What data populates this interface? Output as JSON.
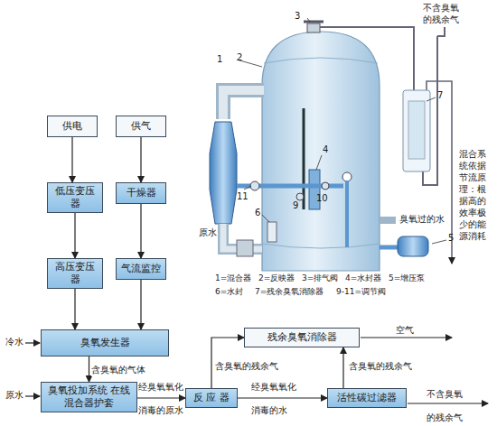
{
  "diagram": {
    "nodes": [
      {
        "text": [
          "供电"
        ]
      },
      {
        "text": [
          "供气"
        ]
      },
      {
        "text": [
          "低压变压器"
        ]
      },
      {
        "text": [
          "干燥器"
        ]
      },
      {
        "text": [
          "高压变压器"
        ]
      },
      {
        "text": [
          "气流监控"
        ]
      },
      {
        "text": [
          "臭氧发生器"
        ]
      },
      {
        "text": [
          "臭氧投加系统 在线混合器护套"
        ]
      },
      {
        "text": [
          "反 应 器"
        ]
      },
      {
        "text": [
          "残余臭氧消除器"
        ]
      },
      {
        "text": [
          "活性碳过滤器"
        ]
      }
    ],
    "edges": [
      {
        "from": 0,
        "to": 2,
        "arrow": "to"
      },
      {
        "from": 2,
        "to": 4,
        "arrow": "to"
      },
      {
        "from": 4,
        "to": 6,
        "arrow": "to"
      },
      {
        "from": 1,
        "to": 3,
        "arrow": "to"
      },
      {
        "from": 3,
        "to": 5,
        "arrow": "to"
      },
      {
        "from": 5,
        "to": 6,
        "arrow": "to"
      },
      {
        "from": 6,
        "to": 7,
        "label": "含臭氧的气体",
        "arrow": "to"
      },
      {
        "from": 7,
        "to": 8,
        "label": "经臭氧氧化 消毒的原水",
        "arrow": "to"
      },
      {
        "from": 8,
        "to": 9,
        "label": "含臭氧的残余气",
        "arrow": "to"
      },
      {
        "from": 8,
        "to": 10,
        "label": "经臭氧氧化 消毒的水",
        "arrow": "to"
      },
      {
        "from": 10,
        "to": 9,
        "label": "含臭氧的残余气",
        "arrow": "to"
      }
    ],
    "labels": [
      "冷水",
      "原水",
      "空气",
      "不含臭氧的残余气",
      "不含臭氧的残余气",
      "混合系统依据节流原理：根据高的效率极少的能源消耗",
      "1",
      "2",
      "3",
      "4",
      "5",
      "6",
      "7",
      "9",
      "10",
      "11",
      "原水",
      "臭氧过的水",
      "1=混合器",
      "2=反映器",
      "3=排气阀",
      "4=水封器",
      "5=增压泵",
      "6=水封",
      "7=残余臭氧消除器",
      "9-11=调节阀"
    ]
  }
}
